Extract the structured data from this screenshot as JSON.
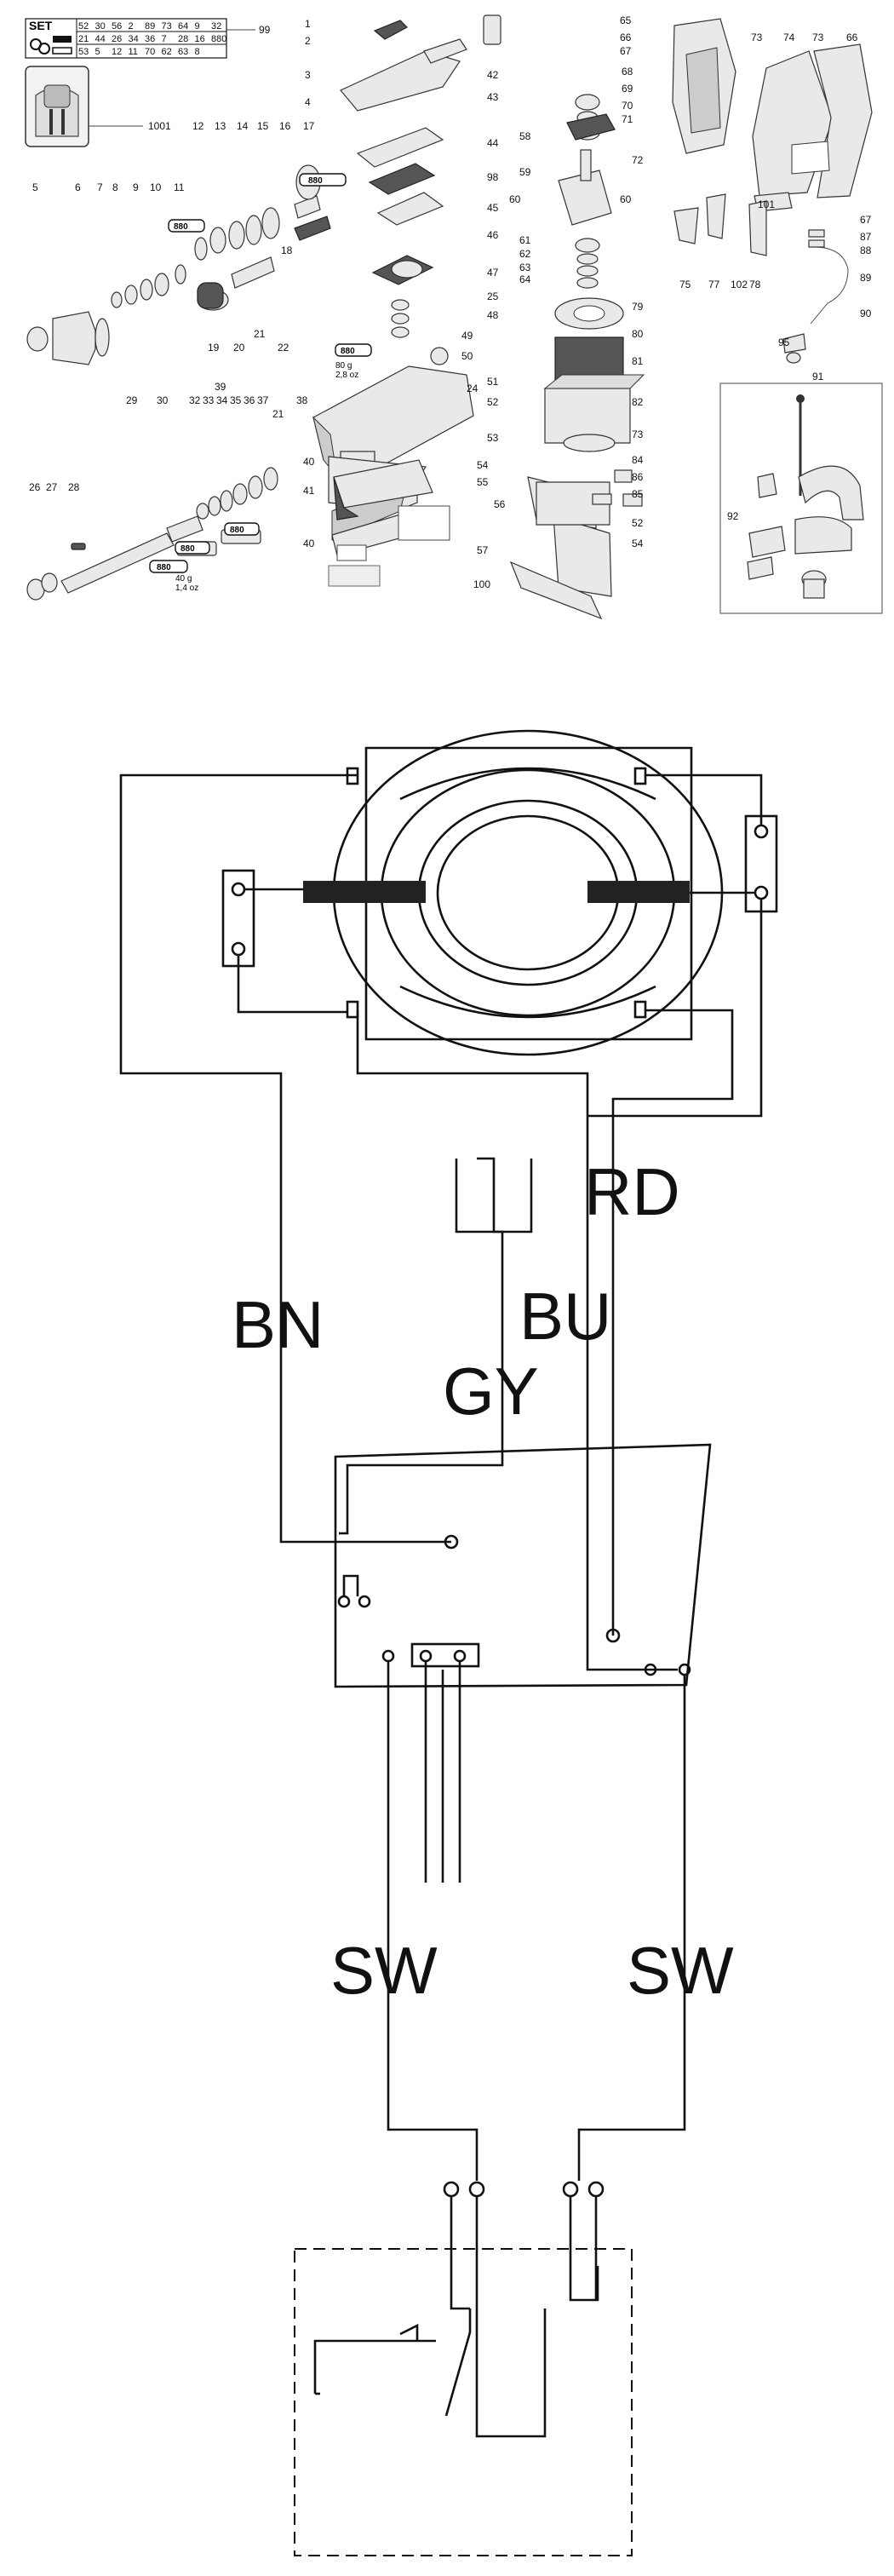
{
  "parts_diagram": {
    "set_table": {
      "header": "SET",
      "rows": [
        [
          "52",
          "30",
          "56",
          "2",
          "89",
          "73",
          "64",
          "9",
          "32"
        ],
        [
          "21",
          "44",
          "26",
          "34",
          "36",
          "7",
          "28",
          "16",
          "880"
        ],
        [
          "53",
          "5",
          "12",
          "11",
          "70",
          "62",
          "63",
          "8"
        ]
      ],
      "pointer_number": "99"
    },
    "callouts": [
      {
        "id": "c1001",
        "text": "1001"
      },
      {
        "id": "c5",
        "text": "5"
      },
      {
        "id": "c6",
        "text": "6"
      },
      {
        "id": "c7",
        "text": "7"
      },
      {
        "id": "c8",
        "text": "8"
      },
      {
        "id": "c9",
        "text": "9"
      },
      {
        "id": "c10",
        "text": "10"
      },
      {
        "id": "c11",
        "text": "11"
      },
      {
        "id": "c12",
        "text": "12"
      },
      {
        "id": "c13",
        "text": "13"
      },
      {
        "id": "c14",
        "text": "14"
      },
      {
        "id": "c15",
        "text": "15"
      },
      {
        "id": "c16",
        "text": "16"
      },
      {
        "id": "c17",
        "text": "17"
      },
      {
        "id": "c18",
        "text": "18"
      },
      {
        "id": "c19",
        "text": "19"
      },
      {
        "id": "c20",
        "text": "20"
      },
      {
        "id": "c21a",
        "text": "21"
      },
      {
        "id": "c22",
        "text": "22"
      },
      {
        "id": "c1",
        "text": "1"
      },
      {
        "id": "c2",
        "text": "2"
      },
      {
        "id": "c3",
        "text": "3"
      },
      {
        "id": "c4",
        "text": "4"
      },
      {
        "id": "c42",
        "text": "42"
      },
      {
        "id": "c43",
        "text": "43"
      },
      {
        "id": "c44",
        "text": "44"
      },
      {
        "id": "c98",
        "text": "98"
      },
      {
        "id": "c45",
        "text": "45"
      },
      {
        "id": "c46",
        "text": "46"
      },
      {
        "id": "c47",
        "text": "47"
      },
      {
        "id": "c25",
        "text": "25"
      },
      {
        "id": "c48",
        "text": "48"
      },
      {
        "id": "c49",
        "text": "49"
      },
      {
        "id": "c50",
        "text": "50"
      },
      {
        "id": "c51",
        "text": "51"
      },
      {
        "id": "c52a",
        "text": "52"
      },
      {
        "id": "c53",
        "text": "53"
      },
      {
        "id": "c24",
        "text": "24"
      },
      {
        "id": "c39",
        "text": "39"
      },
      {
        "id": "c29",
        "text": "29"
      },
      {
        "id": "c30",
        "text": "30"
      },
      {
        "id": "c32",
        "text": "32"
      },
      {
        "id": "c33",
        "text": "33"
      },
      {
        "id": "c34",
        "text": "34"
      },
      {
        "id": "c35",
        "text": "35"
      },
      {
        "id": "c36",
        "text": "36"
      },
      {
        "id": "c37",
        "text": "37"
      },
      {
        "id": "c21b",
        "text": "21"
      },
      {
        "id": "c38",
        "text": "38"
      },
      {
        "id": "c26",
        "text": "26"
      },
      {
        "id": "c27",
        "text": "27"
      },
      {
        "id": "c28",
        "text": "28"
      },
      {
        "id": "c40a",
        "text": "40"
      },
      {
        "id": "c41",
        "text": "41"
      },
      {
        "id": "c40b",
        "text": "40"
      },
      {
        "id": "c65",
        "text": "65"
      },
      {
        "id": "c66a",
        "text": "66"
      },
      {
        "id": "c67a",
        "text": "67"
      },
      {
        "id": "c68",
        "text": "68"
      },
      {
        "id": "c69",
        "text": "69"
      },
      {
        "id": "c70",
        "text": "70"
      },
      {
        "id": "c71",
        "text": "71"
      },
      {
        "id": "c58",
        "text": "58"
      },
      {
        "id": "c72",
        "text": "72"
      },
      {
        "id": "c59",
        "text": "59"
      },
      {
        "id": "c60a",
        "text": "60"
      },
      {
        "id": "c60b",
        "text": "60"
      },
      {
        "id": "c61",
        "text": "61"
      },
      {
        "id": "c62",
        "text": "62"
      },
      {
        "id": "c63",
        "text": "63"
      },
      {
        "id": "c64",
        "text": "64"
      },
      {
        "id": "c79",
        "text": "79"
      },
      {
        "id": "c80",
        "text": "80"
      },
      {
        "id": "c81",
        "text": "81"
      },
      {
        "id": "c82",
        "text": "82"
      },
      {
        "id": "c73a",
        "text": "73"
      },
      {
        "id": "c84",
        "text": "84"
      },
      {
        "id": "c86",
        "text": "86"
      },
      {
        "id": "c85",
        "text": "85"
      },
      {
        "id": "c54a",
        "text": "54"
      },
      {
        "id": "c55",
        "text": "55"
      },
      {
        "id": "c52b",
        "text": "52"
      },
      {
        "id": "c54b",
        "text": "54"
      },
      {
        "id": "c56",
        "text": "56"
      },
      {
        "id": "c57",
        "text": "57"
      },
      {
        "id": "c100",
        "text": "100"
      },
      {
        "id": "c73b",
        "text": "73"
      },
      {
        "id": "c74",
        "text": "74"
      },
      {
        "id": "c73c",
        "text": "73"
      },
      {
        "id": "c66b",
        "text": "66"
      },
      {
        "id": "c101",
        "text": "101"
      },
      {
        "id": "c67b",
        "text": "67"
      },
      {
        "id": "c87",
        "text": "87"
      },
      {
        "id": "c88",
        "text": "88"
      },
      {
        "id": "c89",
        "text": "89"
      },
      {
        "id": "c75",
        "text": "75"
      },
      {
        "id": "c77",
        "text": "77"
      },
      {
        "id": "c102",
        "text": "102"
      },
      {
        "id": "c78",
        "text": "78"
      },
      {
        "id": "c90",
        "text": "90"
      },
      {
        "id": "c95",
        "text": "95"
      },
      {
        "id": "c91",
        "text": "91"
      },
      {
        "id": "c92",
        "text": "92"
      }
    ],
    "tube_labels": [
      {
        "id": "t1",
        "text": "880"
      },
      {
        "id": "t2",
        "text": "880"
      },
      {
        "id": "t3",
        "text": "880"
      },
      {
        "id": "t4",
        "text": "880"
      },
      {
        "id": "t5",
        "text": "880"
      },
      {
        "id": "t6",
        "text": "880"
      }
    ],
    "weight_notes": [
      {
        "id": "w1",
        "grams": "80 g",
        "ounces": "2,8 oz"
      },
      {
        "id": "w2",
        "grams": "40 g",
        "ounces": "1,4 oz"
      }
    ]
  },
  "wiring_diagram": {
    "wire_labels": {
      "brown": "BN",
      "blue": "BU",
      "grey": "GY",
      "red": "RD",
      "black_left": "SW",
      "black_right": "SW"
    }
  }
}
